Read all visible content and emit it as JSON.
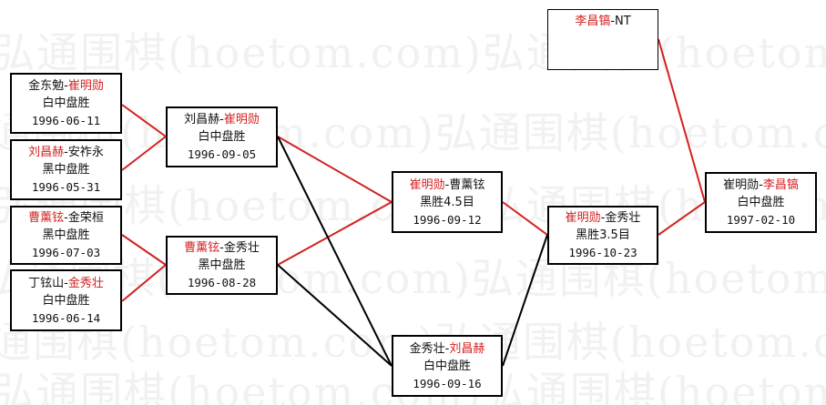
{
  "watermark": {
    "text": "弘通围棋(hoetom.com)弘通围棋(hoetom.com)"
  },
  "colors": {
    "win": "#d42020",
    "loss": "#000000"
  },
  "boxes": [
    {
      "id": "b1",
      "names": [
        {
          "t": "金东勉",
          "win": false
        },
        {
          "t": "-",
          "win": false
        },
        {
          "t": "崔明勋",
          "win": true
        }
      ],
      "result": "白中盘胜",
      "date": "1996-06-11"
    },
    {
      "id": "b2",
      "names": [
        {
          "t": "刘昌赫",
          "win": true
        },
        {
          "t": "-",
          "win": false
        },
        {
          "t": "安祚永",
          "win": false
        }
      ],
      "result": "黑中盘胜",
      "date": "1996-05-31"
    },
    {
      "id": "b3",
      "names": [
        {
          "t": "曹薰铉",
          "win": true
        },
        {
          "t": "-",
          "win": false
        },
        {
          "t": "金荣桓",
          "win": false
        }
      ],
      "result": "黑中盘胜",
      "date": "1996-07-03"
    },
    {
      "id": "b4",
      "names": [
        {
          "t": "丁铉山",
          "win": false
        },
        {
          "t": "-",
          "win": false
        },
        {
          "t": "金秀壮",
          "win": true
        }
      ],
      "result": "白中盘胜",
      "date": "1996-06-14"
    },
    {
      "id": "b5",
      "names": [
        {
          "t": "刘昌赫",
          "win": false
        },
        {
          "t": "-",
          "win": false
        },
        {
          "t": "崔明勋",
          "win": true
        }
      ],
      "result": "白中盘胜",
      "date": "1996-09-05"
    },
    {
      "id": "b6",
      "names": [
        {
          "t": "曹薰铉",
          "win": true
        },
        {
          "t": "-",
          "win": false
        },
        {
          "t": "金秀壮",
          "win": false
        }
      ],
      "result": "黑中盘胜",
      "date": "1996-08-28"
    },
    {
      "id": "b7",
      "names": [
        {
          "t": "崔明勋",
          "win": true
        },
        {
          "t": "-",
          "win": false
        },
        {
          "t": "曹薰铉",
          "win": false
        }
      ],
      "result": "黑胜4.5目",
      "date": "1996-09-12"
    },
    {
      "id": "b8",
      "names": [
        {
          "t": "金秀壮",
          "win": false
        },
        {
          "t": "-",
          "win": false
        },
        {
          "t": "刘昌赫",
          "win": true
        }
      ],
      "result": "白中盘胜",
      "date": "1996-09-16"
    },
    {
      "id": "b9",
      "names": [
        {
          "t": "崔明勋",
          "win": true
        },
        {
          "t": "-",
          "win": false
        },
        {
          "t": "金秀壮",
          "win": false
        }
      ],
      "result": "黑胜3.5目",
      "date": "1996-10-23"
    },
    {
      "id": "b10",
      "names": [
        {
          "t": "李昌镐",
          "win": true
        },
        {
          "t": "-NT",
          "win": false
        }
      ],
      "result": "",
      "date": ""
    },
    {
      "id": "b11",
      "names": [
        {
          "t": "崔明勋",
          "win": false
        },
        {
          "t": "-",
          "win": false
        },
        {
          "t": "李昌镐",
          "win": true
        }
      ],
      "result": "白中盘胜",
      "date": "1997-02-10"
    }
  ],
  "links": [
    {
      "from": "b1",
      "to": "b5",
      "kind": "win"
    },
    {
      "from": "b2",
      "to": "b5",
      "kind": "win"
    },
    {
      "from": "b3",
      "to": "b6",
      "kind": "win"
    },
    {
      "from": "b4",
      "to": "b6",
      "kind": "win"
    },
    {
      "from": "b5",
      "to": "b7",
      "kind": "win"
    },
    {
      "from": "b6",
      "to": "b7",
      "kind": "win"
    },
    {
      "from": "b5",
      "to": "b8",
      "kind": "loss"
    },
    {
      "from": "b6",
      "to": "b8",
      "kind": "loss"
    },
    {
      "from": "b7",
      "to": "b9",
      "kind": "win"
    },
    {
      "from": "b8",
      "to": "b9",
      "kind": "loss"
    },
    {
      "from": "b9",
      "to": "b11",
      "kind": "win"
    },
    {
      "from": "b10",
      "to": "b11",
      "kind": "win"
    }
  ]
}
